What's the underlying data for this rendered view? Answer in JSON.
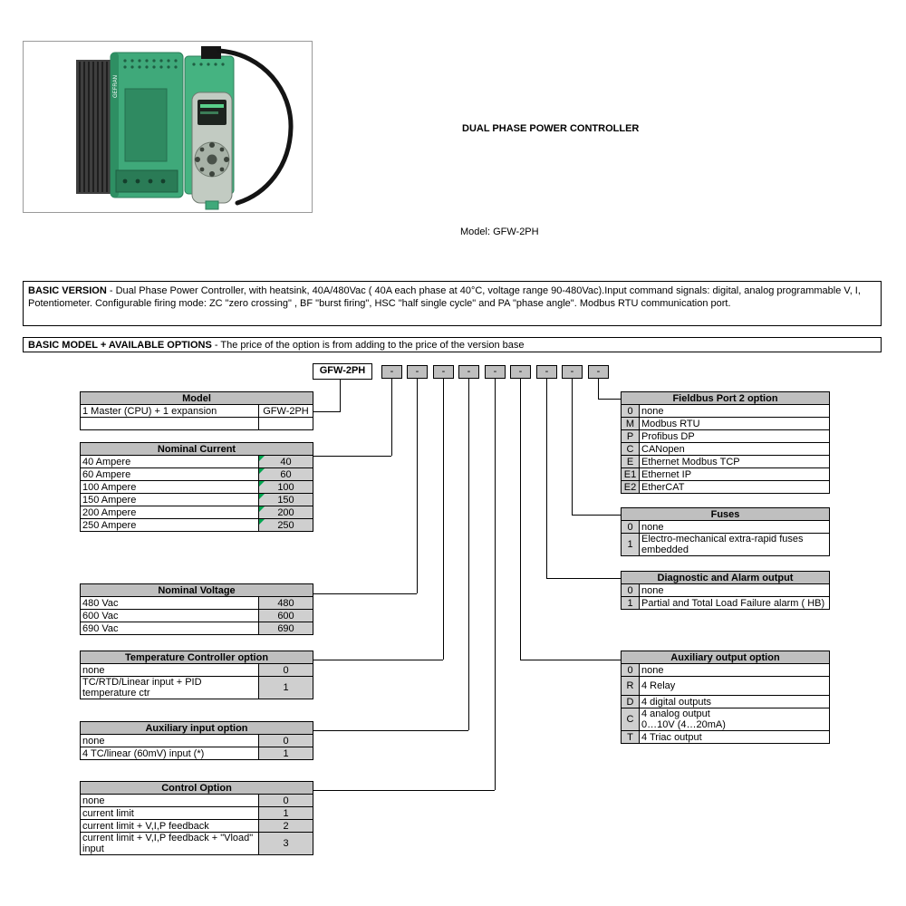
{
  "header": {
    "title": "DUAL PHASE POWER CONTROLLER",
    "model_label": "Model: GFW-2PH"
  },
  "basic_version": {
    "heading": "BASIC VERSION",
    "text": " - Dual Phase Power Controller, with heatsink, 40A/480Vac ( 40A each phase at 40°C, voltage range  90-480Vac).Input command signals: digital, analog programmable V, I, Potentiometer.  Configurable firing mode: ZC \"zero crossing\" , BF \"burst firing\", HSC \"half single cycle\" and PA \"phase angle\". Modbus RTU communication port."
  },
  "basic_model": {
    "heading": "BASIC MODEL + AVAILABLE OPTIONS",
    "text": " - The price of the option is from adding to the price of the version base"
  },
  "ordering_code": {
    "base": "GFW-2PH",
    "placeholders": [
      "-",
      "-",
      "-",
      "-",
      "-",
      "-",
      "-",
      "-",
      "-"
    ]
  },
  "tables": {
    "model": {
      "title": "Model",
      "rows": [
        [
          "1 Master (CPU) + 1 expansion",
          "GFW-2PH"
        ],
        [
          "",
          ""
        ]
      ]
    },
    "nominal_current": {
      "title": "Nominal Current",
      "rows": [
        [
          "40 Ampere",
          "40"
        ],
        [
          "60 Ampere",
          "60"
        ],
        [
          "100 Ampere",
          "100"
        ],
        [
          "150 Ampere",
          "150"
        ],
        [
          "200 Ampere",
          "200"
        ],
        [
          "250 Ampere",
          "250"
        ]
      ]
    },
    "nominal_voltage": {
      "title": "Nominal Voltage",
      "rows": [
        [
          "480 Vac",
          "480"
        ],
        [
          "600 Vac",
          "600"
        ],
        [
          "690 Vac",
          "690"
        ]
      ]
    },
    "temperature_controller": {
      "title": "Temperature Controller option",
      "rows": [
        [
          "none",
          "0"
        ],
        [
          "TC/RTD/Linear input  + PID temperature ctr",
          "1"
        ]
      ]
    },
    "auxiliary_input": {
      "title": "Auxiliary input option",
      "rows": [
        [
          "none",
          "0"
        ],
        [
          "4 TC/linear (60mV) input (*)",
          "1"
        ]
      ]
    },
    "control_option": {
      "title": "Control Option",
      "rows": [
        [
          "none",
          "0"
        ],
        [
          "current limit",
          "1"
        ],
        [
          "current limit +  V,I,P feedback",
          "2"
        ],
        [
          "current limit +  V,I,P feedback + \"Vload\" input",
          "3"
        ]
      ]
    },
    "fieldbus": {
      "title": "Fieldbus Port 2 option",
      "rows": [
        [
          "0",
          "none"
        ],
        [
          "M",
          "Modbus RTU"
        ],
        [
          "P",
          "Profibus DP"
        ],
        [
          "C",
          "CANopen"
        ],
        [
          "E",
          "Ethernet Modbus TCP"
        ],
        [
          "E1",
          "Ethernet IP"
        ],
        [
          "E2",
          "EtherCAT"
        ]
      ]
    },
    "fuses": {
      "title": "Fuses",
      "rows": [
        [
          "0",
          "none"
        ],
        [
          "1",
          "Electro-mechanical extra-rapid fuses embedded"
        ]
      ]
    },
    "diagnostic": {
      "title": "Diagnostic and Alarm output",
      "rows": [
        [
          "0",
          "none"
        ],
        [
          "1",
          "Partial and Total Load Failure alarm ( HB)"
        ]
      ]
    },
    "auxiliary_output": {
      "title": "Auxiliary output option",
      "rows": [
        [
          "0",
          "none"
        ],
        [
          "R",
          "4 Relay"
        ],
        [
          "D",
          "4 digital outputs"
        ],
        [
          "C",
          "4 analog output\n0…10V (4…20mA)"
        ],
        [
          "T",
          "4 Triac output"
        ]
      ]
    }
  },
  "colors": {
    "table_header": "#bfbfbf",
    "option_cell": "#cfcfcf",
    "flag_marker": "#00a650",
    "device_green": "#3fa97a"
  }
}
